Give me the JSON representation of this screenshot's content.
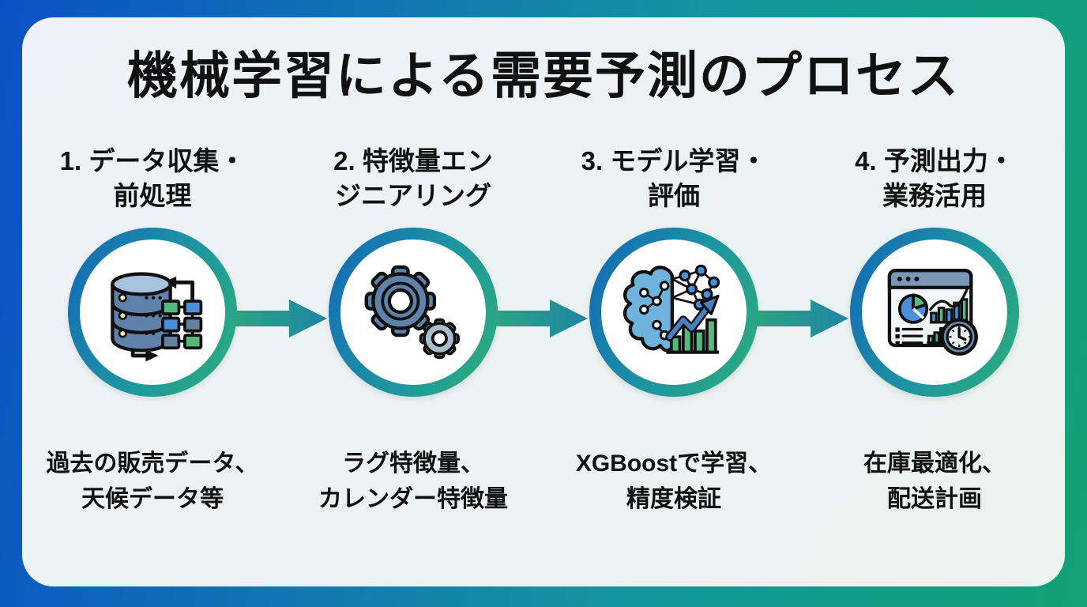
{
  "title": "機械学習による需要予測のプロセス",
  "colors": {
    "outer_gradient_start": "#0b51c5",
    "outer_gradient_mid": "#1595a0",
    "outer_gradient_end": "#12a273",
    "card_bg_start": "#eef2f8",
    "card_bg_end": "#e9f3ef",
    "ring_gradient_start": "#1467b8",
    "ring_gradient_end": "#2fae78",
    "arrow_start": "#2aa580",
    "arrow_end": "#1f85a6",
    "text": "#111111"
  },
  "steps": [
    {
      "heading_line1": "1. データ収集・",
      "heading_line2": "前処理",
      "icon": "database-icon",
      "desc_line1": "過去の販売データ、",
      "desc_line2": "天候データ等"
    },
    {
      "heading_line1": "2. 特徴量エン",
      "heading_line2": "ジニアリング",
      "icon": "gears-icon",
      "desc_line1": "ラグ特徴量、",
      "desc_line2": "カレンダー特徴量"
    },
    {
      "heading_line1": "3. モデル学習・",
      "heading_line2": "評価",
      "icon": "brain-analytics-icon",
      "desc_line1": "XGBoostで学習、",
      "desc_line2": "精度検証"
    },
    {
      "heading_line1": "4. 予測出力・",
      "heading_line2": "業務活用",
      "icon": "dashboard-icon",
      "desc_line1": "在庫最適化、",
      "desc_line2": "配送計画"
    }
  ]
}
